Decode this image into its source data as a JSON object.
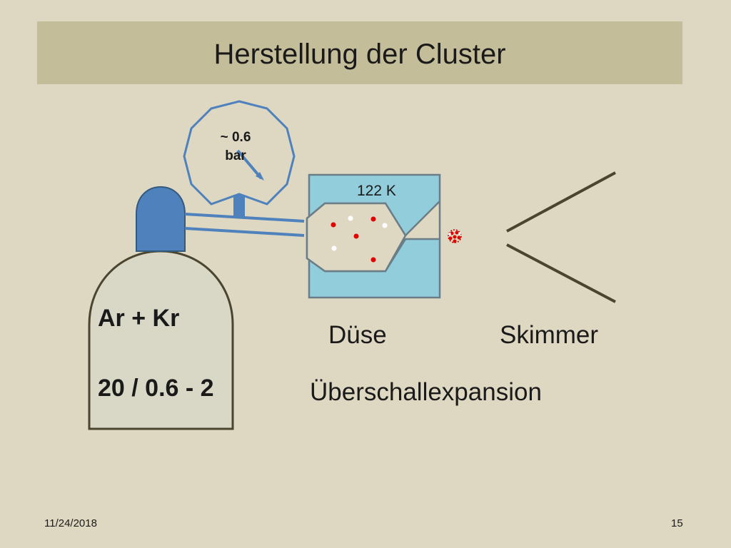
{
  "slide": {
    "title": "Herstellung der Cluster",
    "footer_date": "11/24/2018",
    "slide_number": "15"
  },
  "diagram": {
    "gauge_value": "~ 0.6",
    "gauge_unit": "bar",
    "nozzle_temperature": "122 K",
    "gas_mixture": "Ar + Kr",
    "pressure_ratio": "20 / 0.6 - 2",
    "nozzle_label": "Düse",
    "skimmer_label": "Skimmer",
    "process_label": "Überschallexpansion"
  },
  "colors": {
    "background": "#ded8c2",
    "title_bar": "#c4bd9a",
    "cylinder_cap": "#4f81bd",
    "nozzle_block": "#92cddc",
    "red_atom": "#e00000",
    "white_atom": "#ffffff",
    "skimmer": "#4a4530"
  },
  "icons": {
    "gauge": "pressure-gauge-icon",
    "cylinder": "gas-cylinder-icon",
    "cluster": "cluster-icon"
  }
}
